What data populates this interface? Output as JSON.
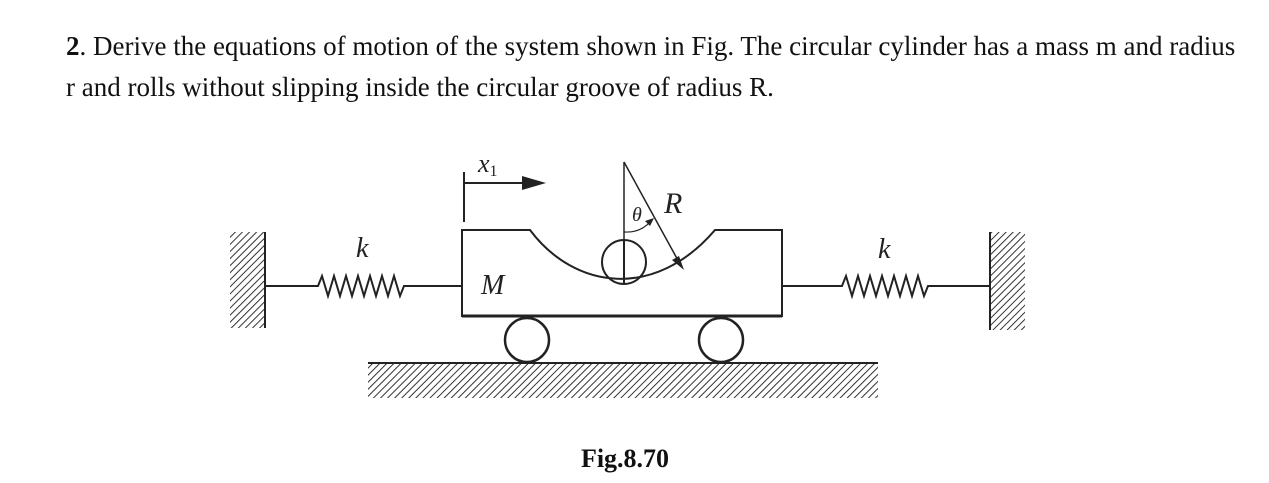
{
  "problem": {
    "number": "2",
    "text": ". Derive the equations of motion of the system shown in Fig.  The circular cylinder has a mass m and radius r and rolls without slipping inside the circular groove of radius R."
  },
  "figure": {
    "label_x1": "x",
    "label_x1_sub": "1",
    "label_theta": "θ",
    "label_R": "R",
    "label_k_left": "k",
    "label_k_right": "k",
    "label_M": "M",
    "caption": "Fig.8.70"
  }
}
